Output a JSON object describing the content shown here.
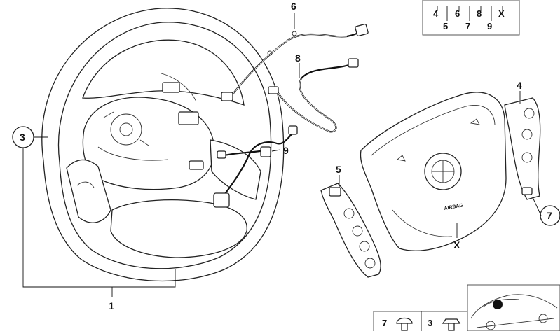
{
  "callouts": {
    "c1": "1",
    "c3": "3",
    "c4": "4",
    "c5": "5",
    "c6": "6",
    "c7": "7",
    "c8": "8",
    "c9": "9",
    "cX": "X"
  },
  "legend": {
    "row1": [
      "4",
      "6",
      "8",
      "X"
    ],
    "row2": [
      "5",
      "7",
      "9"
    ]
  },
  "bottom_parts": {
    "p7": "7",
    "p3": "3"
  },
  "labels": {
    "airbag_text": "AIRBAG"
  },
  "icons": {
    "screw_7": "oval-head-screw-icon",
    "screw_3": "hex-screw-icon",
    "car": "car-location-icon"
  }
}
